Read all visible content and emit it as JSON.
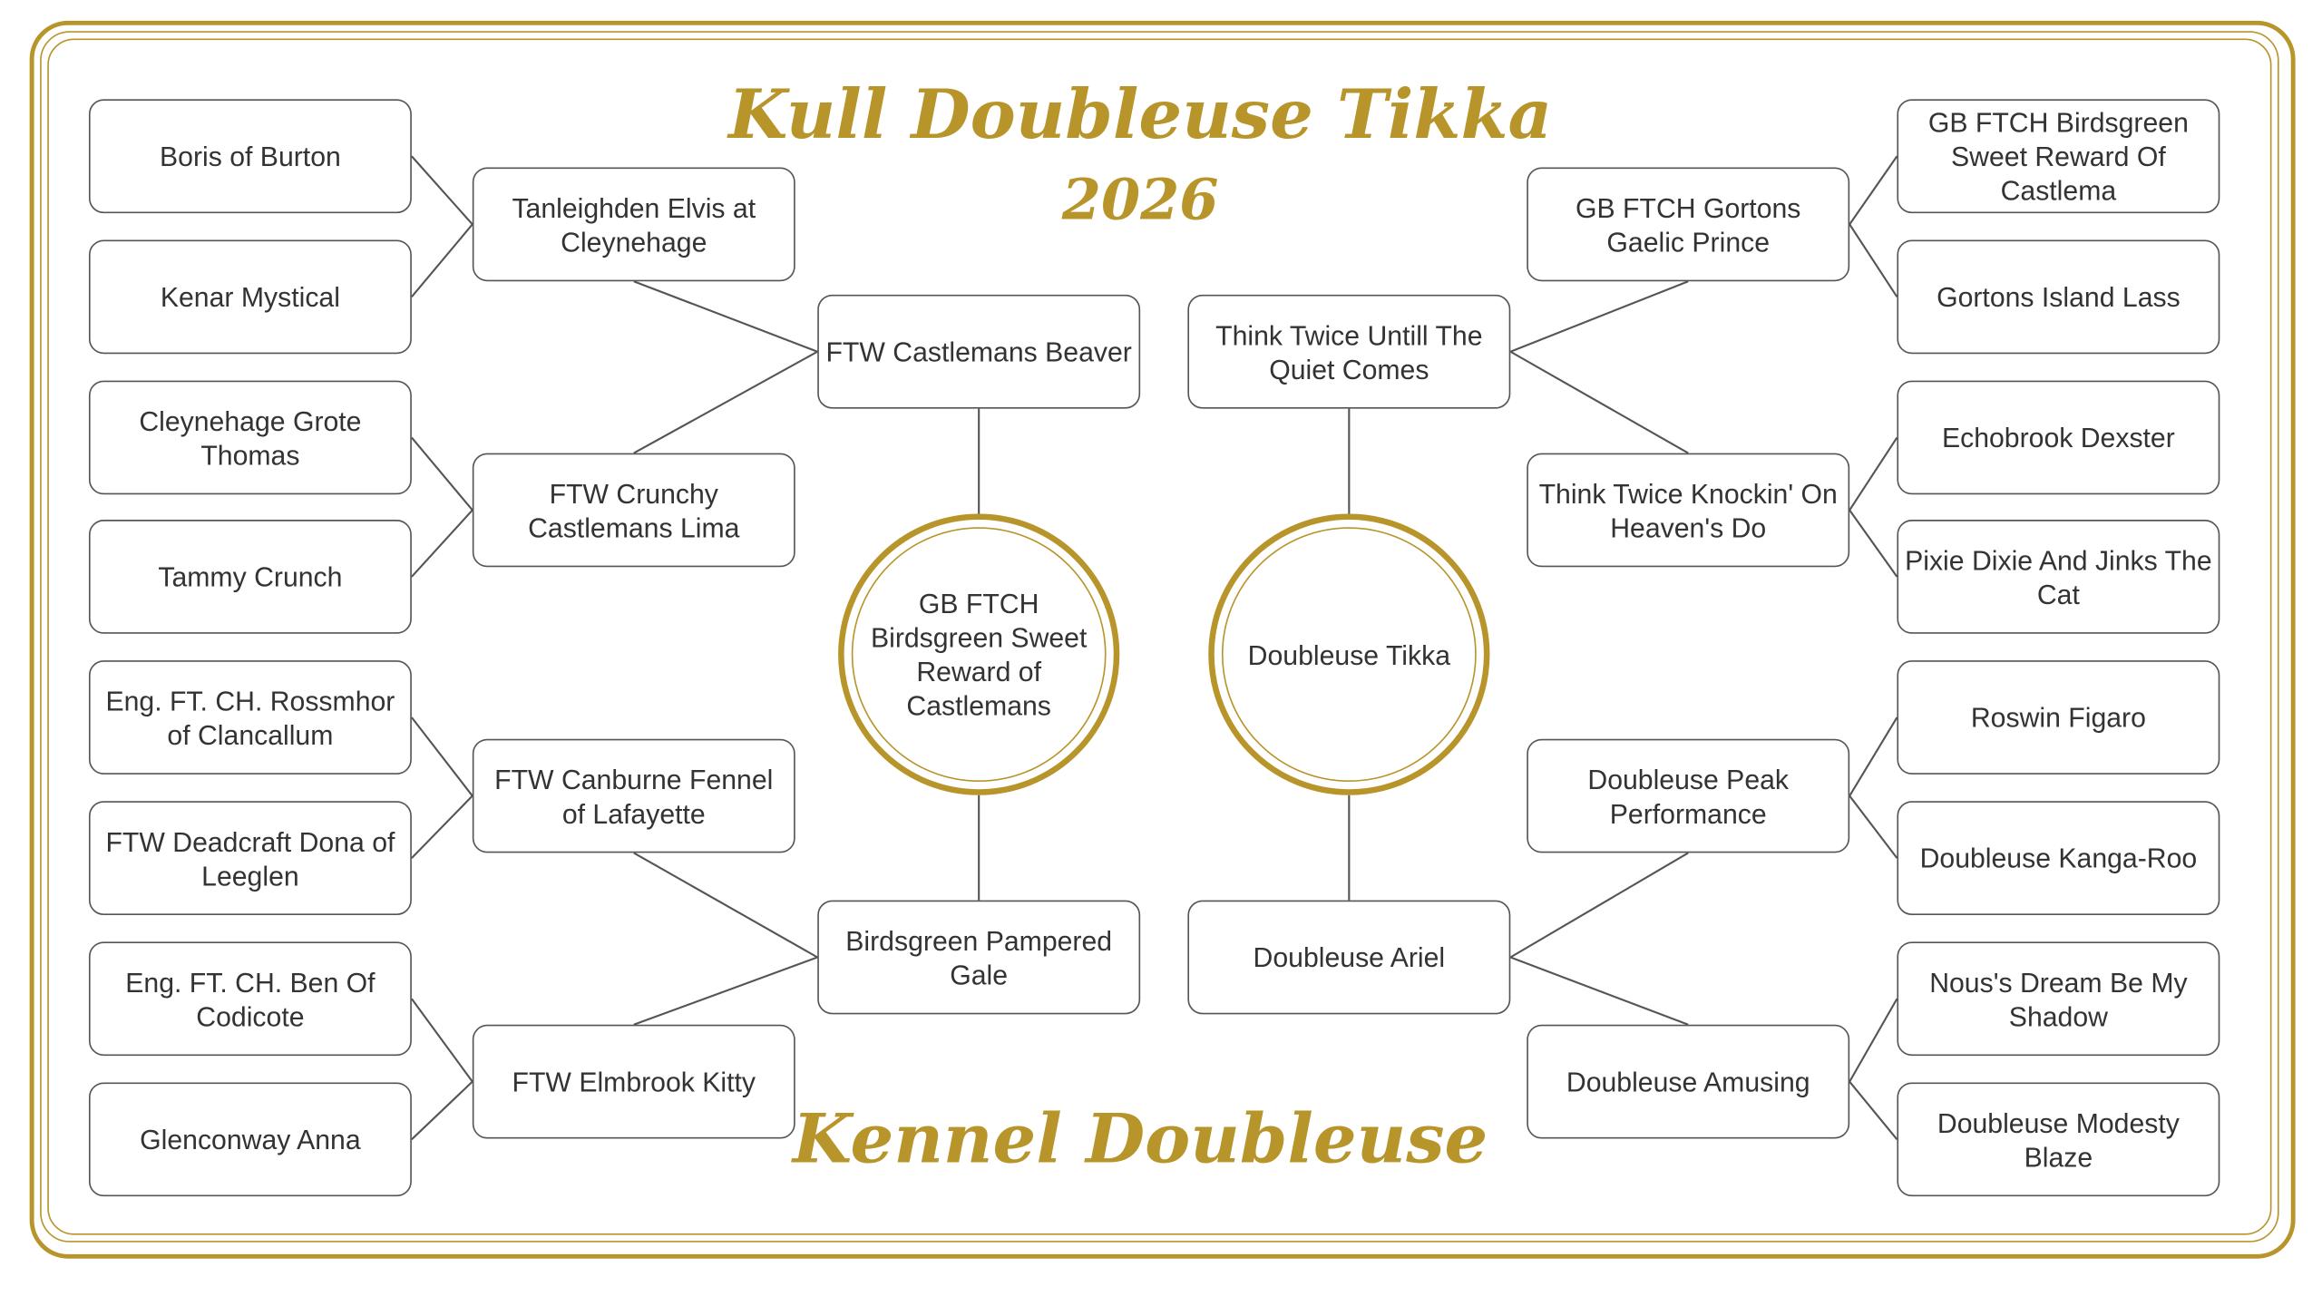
{
  "title": "Kull Doubleuse Tikka",
  "year": "2026",
  "footer": "Kennel Doubleuse",
  "colors": {
    "gold": "#b8952a",
    "text": "#333333",
    "border": "#555555"
  },
  "sire_side": {
    "main": "GB FTCH Birdsgreen Sweet Reward of Castlemans",
    "parents": [
      "FTW Castlemans Beaver",
      "Birdsgreen Pampered Gale"
    ],
    "grandparents": [
      "Tanleighden Elvis at Cleynehage",
      "FTW Crunchy Castlemans Lima",
      "FTW Canburne Fennel of Lafayette",
      "FTW Elmbrook Kitty"
    ],
    "great_grandparents": [
      "Boris of Burton",
      "Kenar Mystical",
      "Cleynehage Grote Thomas",
      "Tammy Crunch",
      "Eng. FT. CH. Rossmhor of Clancallum",
      "FTW Deadcraft Dona of Leeglen",
      "Eng. FT. CH. Ben Of Codicote",
      "Glenconway Anna"
    ]
  },
  "dam_side": {
    "main": "Doubleuse Tikka",
    "parents": [
      "Think Twice Untill The Quiet Comes",
      "Doubleuse Ariel"
    ],
    "grandparents": [
      "GB FTCH Gortons Gaelic Prince",
      "Think Twice Knockin' On Heaven's Do",
      "Doubleuse Peak Performance",
      "Doubleuse Amusing"
    ],
    "great_grandparents": [
      "GB FTCH Birdsgreen Sweet Reward Of Castlema",
      "Gortons Island Lass",
      "Echobrook Dexster",
      "Pixie Dixie And Jinks The Cat",
      "Roswin Figaro",
      "Doubleuse Kanga-Roo",
      "Nous's Dream Be My Shadow",
      "Doubleuse Modesty Blaze"
    ]
  }
}
